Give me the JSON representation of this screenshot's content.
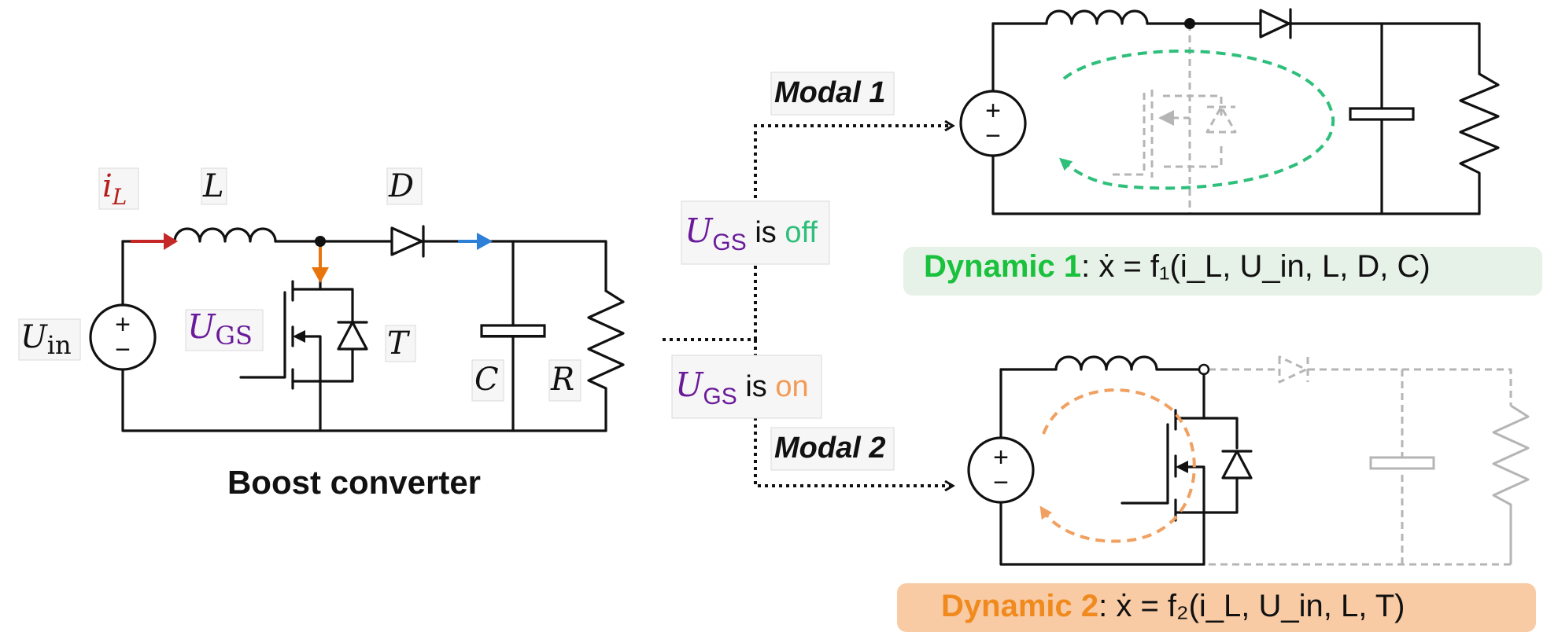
{
  "colors": {
    "ink": "#111111",
    "current_label": "#b71c1c",
    "ugs_purple": "#6a1b9a",
    "off_green": "#2ebf7a",
    "on_orange": "#f39a55",
    "arrow_red": "#c62828",
    "arrow_orange": "#e8740c",
    "arrow_blue": "#2e7fd6",
    "loop_green": "#2ebf7a",
    "loop_orange": "#f0a060",
    "ghost_gray": "#b5b5b5",
    "dynamic1_bg": "#e6f1e8",
    "dynamic1_text": "#19c13c",
    "dynamic2_bg": "#f8cba5",
    "dynamic2_text": "#f08a1e"
  },
  "boost": {
    "caption": "Boost converter",
    "labels": {
      "current": "i",
      "current_sub": "L",
      "inductor": "L",
      "diode": "D",
      "source": "U",
      "source_sub": "in",
      "gate": "U",
      "gate_sub": "GS",
      "switch": "T",
      "capacitor": "C",
      "resistor": "R"
    },
    "source_plus": "+",
    "source_minus": "−"
  },
  "branches": {
    "modal1": "Modal 1",
    "modal2": "Modal 2",
    "off_state": {
      "var": "U",
      "sub": "GS",
      "mid": " is ",
      "state": "off"
    },
    "on_state": {
      "var": "U",
      "sub": "GS",
      "mid": " is ",
      "state": "on"
    }
  },
  "dynamics": {
    "d1": {
      "name": "Dynamic 1",
      "equation": ": ẋ = f₁(i_L, U_in, L, D, C)",
      "eq_fn": "f",
      "eq_idx": "1",
      "eq_args": "(iL, Uin, L, D, C)"
    },
    "d2": {
      "name": "Dynamic 2",
      "equation": ": ẋ = f₂(i_L, U_in, L, T)",
      "eq_fn": "f",
      "eq_idx": "2",
      "eq_args": "(iL, Uin, L, T)"
    }
  }
}
